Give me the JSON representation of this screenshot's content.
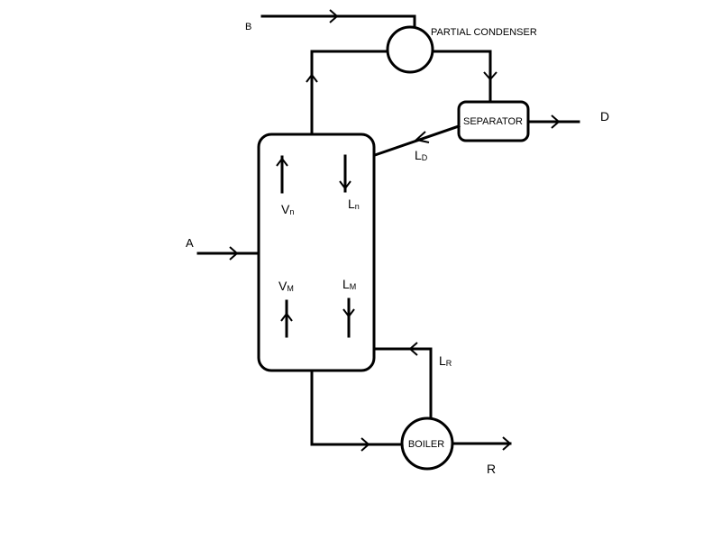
{
  "labels": {
    "b": "B",
    "a": "A",
    "d": "D",
    "r": "R",
    "partial_condenser": "PARTIAL CONDENSER",
    "separator": "SEPARATOR",
    "boiler": "BOILER",
    "ld_main": "L",
    "ld_sub": "D",
    "vn_main": "V",
    "vn_sub": "n",
    "ln_main": "L",
    "ln_sub": "n",
    "vm_main": "V",
    "vm_sub": "M",
    "lm_main": "L",
    "lm_sub": "M",
    "lr_main": "L",
    "lr_sub": "R"
  }
}
